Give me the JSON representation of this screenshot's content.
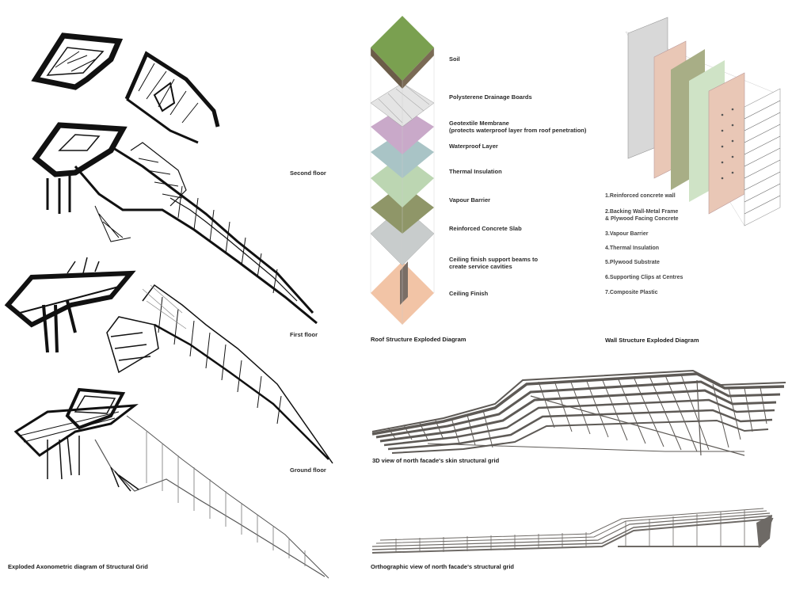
{
  "floors": {
    "second": "Second floor",
    "first": "First floor",
    "ground": "Ground floor"
  },
  "captions": {
    "exploded_axo": "Exploded Axonometric diagram of Structural Grid",
    "roof": "Roof Structure Exploded Diagram",
    "wall": "Wall Structure Exploded Diagram",
    "facade_3d": "3D view of north facade's skin structural grid",
    "facade_ortho": "Orthographic view of north facade's structural grid"
  },
  "roof_layers": [
    {
      "label": "Soil",
      "color": "#7a9a4a"
    },
    {
      "label": "Polysterene Drainage Boards",
      "color": "#e2e2e2"
    },
    {
      "label": "Geotextile Membrane",
      "sub": "(protects waterproof layer from roof penetration)",
      "color": "#c9a9c9"
    },
    {
      "label": "Waterproof Layer",
      "color": "#a9c4c6"
    },
    {
      "label": "Thermal Insulation",
      "color": "#bcd6b2"
    },
    {
      "label": "Vapour Barrier",
      "color": "#8f9668"
    },
    {
      "label": "Reinforced Concrete Slab",
      "color": "#c8cccc"
    },
    {
      "label": "Ceiling finish support beams to",
      "sub": "create service cavities",
      "color": "#7a6e66"
    },
    {
      "label": "Ceiling Finish",
      "color": "#f2c4a6"
    }
  ],
  "wall_layers": [
    "1.Reinforced concrete wall",
    "2.Backing Wall-Metal Frame",
    "& Plywood Facing Concrete",
    "3.Vapour Barrier",
    "4.Thermal Insulation",
    "5.Plywood Substrate",
    "6.Supporting Clips at Centres",
    "7.Composite Plastic"
  ],
  "colors": {
    "structure_dark": "#1a1a1a",
    "grid_grey": "#5e5a56",
    "panel_pink": "#e9c7b6",
    "panel_olive": "#a8ae86",
    "panel_green": "#cfe3c6",
    "panel_concrete": "#d8d8d8"
  }
}
